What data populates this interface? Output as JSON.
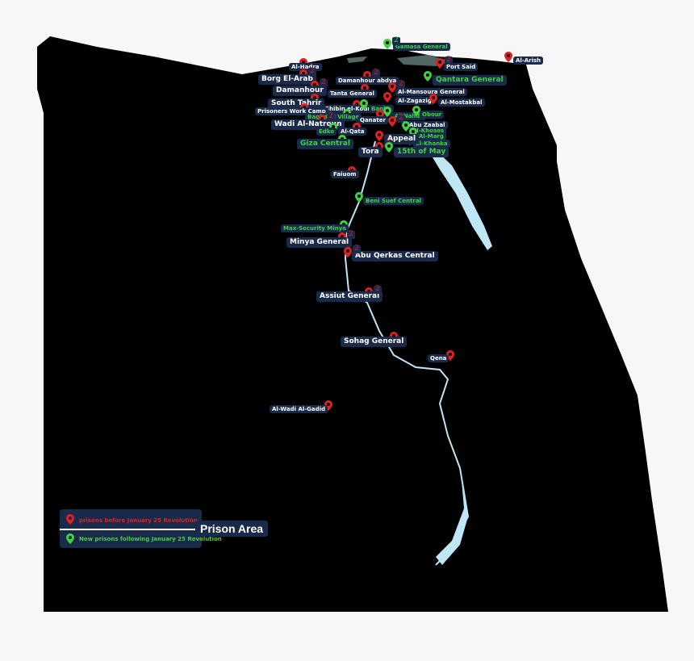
{
  "legend": {
    "before_label": "prisons before January 25 Revolution",
    "after_label": "New prisons following January 25 Revolution",
    "title": "Prison Area"
  },
  "colors": {
    "before": "#e02020",
    "after": "#3fd13f",
    "label_bg": "#1a2a4a",
    "water": "#bfe6f5"
  },
  "prisons": [
    {
      "name": "Gamasa General",
      "type": "after",
      "count": "2"
    },
    {
      "name": "Port Said",
      "type": "before",
      "count": "2"
    },
    {
      "name": "Al-Arish",
      "type": "before"
    },
    {
      "name": "Al-Hadra",
      "type": "before"
    },
    {
      "name": "Borg El-Arab",
      "type": "before",
      "count": "2"
    },
    {
      "name": "Qantara General",
      "type": "after"
    },
    {
      "name": "Damanhour abdya",
      "type": "before",
      "count": "2"
    },
    {
      "name": "Damanhour",
      "type": "before",
      "count": "2"
    },
    {
      "name": "Tanta General",
      "type": "before"
    },
    {
      "name": "Al-Mansoura General",
      "type": "before",
      "count": "2"
    },
    {
      "name": "Al-Zagazig",
      "type": "before"
    },
    {
      "name": "Al-Mostakbal",
      "type": "before"
    },
    {
      "name": "South Tahrir",
      "type": "before"
    },
    {
      "name": "Shibin el-Koum",
      "type": "before"
    },
    {
      "name": "Banha",
      "type": "after"
    },
    {
      "name": "Prisoners Work Camp",
      "type": "before"
    },
    {
      "name": "Baghdad Village",
      "type": "after"
    },
    {
      "name": "Qanater",
      "type": "before",
      "count": "2"
    },
    {
      "name": "Al-Nahda",
      "type": "after"
    },
    {
      "name": "Obour",
      "type": "after"
    },
    {
      "name": "Wadi Al-Natroun",
      "type": "before",
      "count": "2"
    },
    {
      "name": "Abu Zaabal",
      "type": "before",
      "count": "2"
    },
    {
      "name": "Al-Khosos",
      "type": "after"
    },
    {
      "name": "Al-Marg",
      "type": "after"
    },
    {
      "name": "Edko",
      "type": "after"
    },
    {
      "name": "Al-Qata",
      "type": "before"
    },
    {
      "name": "El-Khanka",
      "type": "after"
    },
    {
      "name": "Giza Central",
      "type": "after"
    },
    {
      "name": "Appeal",
      "type": "before"
    },
    {
      "name": "Tora",
      "type": "before",
      "count": "2"
    },
    {
      "name": "15th of May",
      "type": "after"
    },
    {
      "name": "Faiuom",
      "type": "before"
    },
    {
      "name": "Beni Suef Central",
      "type": "after"
    },
    {
      "name": "Max-Security Minya",
      "type": "after"
    },
    {
      "name": "Minya General",
      "type": "before",
      "count": "2"
    },
    {
      "name": "Abu Qerkas Central",
      "type": "before",
      "count": "2"
    },
    {
      "name": "Assiut General",
      "type": "before",
      "count": "2"
    },
    {
      "name": "Sohag General",
      "type": "before"
    },
    {
      "name": "Qena",
      "type": "before"
    },
    {
      "name": "Al-Wadi Al-Gadid",
      "type": "before"
    }
  ]
}
